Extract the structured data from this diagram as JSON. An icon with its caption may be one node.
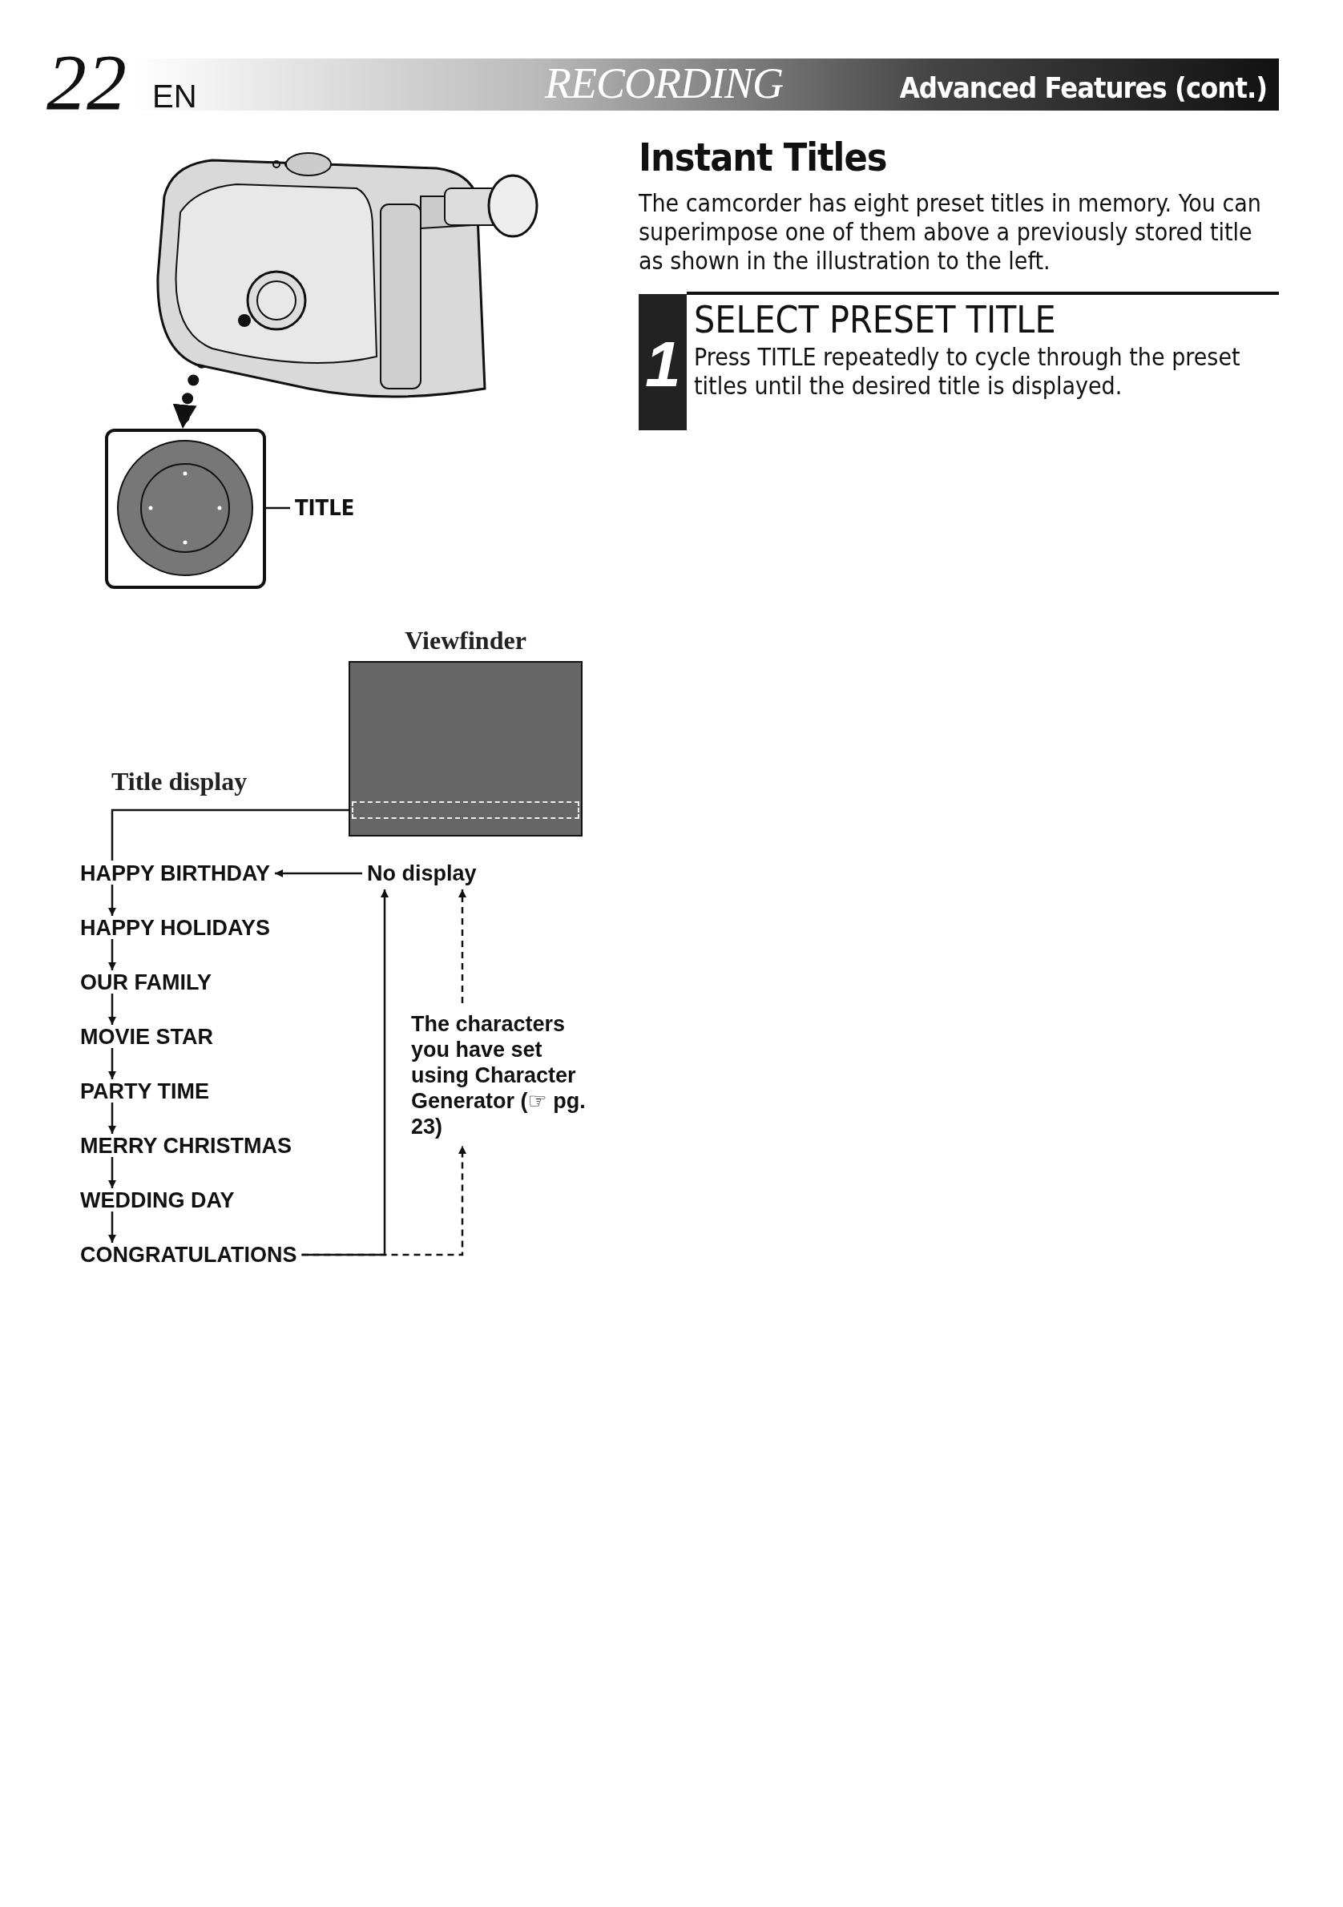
{
  "diagram": {
    "title": "Instant Titles",
    "nodes": [
      {
        "text": [],
        "shape": "picture"
      },
      {
        "text": [],
        "shape": "picture"
      },
      {
        "text": [
          "TITLE"
        ]
      },
      {
        "text": [
          "Viewfinder"
        ]
      },
      {
        "text": [],
        "shape": "box",
        "in": 3
      },
      {
        "text": [
          "HAPPY BIRTHDAY"
        ]
      },
      {
        "text": [
          "HAPPY HOLIDAYS"
        ]
      },
      {
        "text": [
          "OUR FAMILY"
        ]
      },
      {
        "text": [
          "MOVIE STAR"
        ]
      },
      {
        "text": [
          "PARTY TIME"
        ]
      },
      {
        "text": [
          "MERRY CHRISTMAS"
        ]
      },
      {
        "text": [
          "WEDDING DAY"
        ]
      },
      {
        "text": [
          "CONGRATULATIONS"
        ]
      },
      {
        "text": [
          "No display"
        ]
      },
      {
        "text": [
          "The characters you have set using Character Generator (☞ pg. 23)"
        ]
      }
    ],
    "edges": [
      {
        "from": 0,
        "to": 1,
        "arrow": "to",
        "style": "dashed"
      },
      {
        "from": 2,
        "to": 1,
        "arrow": "none"
      },
      {
        "from": 4,
        "to": 5,
        "arrow": "none",
        "label": "Title display"
      },
      {
        "from": 5,
        "to": 6,
        "arrow": "to"
      },
      {
        "from": 6,
        "to": 7,
        "arrow": "to"
      },
      {
        "from": 7,
        "to": 8,
        "arrow": "to"
      },
      {
        "from": 8,
        "to": 9,
        "arrow": "to"
      },
      {
        "from": 9,
        "to": 10,
        "arrow": "to"
      },
      {
        "from": 10,
        "to": 11,
        "arrow": "to"
      },
      {
        "from": 11,
        "to": 12,
        "arrow": "to"
      },
      {
        "from": 13,
        "to": 5,
        "arrow": "to"
      },
      {
        "from": 12,
        "to": 13,
        "arrow": "to"
      },
      {
        "from": 12,
        "to": 14,
        "arrow": "to",
        "style": "dashed"
      },
      {
        "from": 14,
        "to": 13,
        "arrow": "to",
        "style": "dashed"
      }
    ],
    "labels": [
      "22",
      "EN",
      "RECORDING",
      "Advanced Features (cont.)",
      "The camcorder has eight preset titles in memory. You can superimpose one of them above a previously stored title as shown in the illustration to the left.",
      "1",
      "SELECT PRESET TITLE",
      "Press **TITLE** repeatedly to cycle through the preset titles until the desired title is displayed."
    ]
  }
}
